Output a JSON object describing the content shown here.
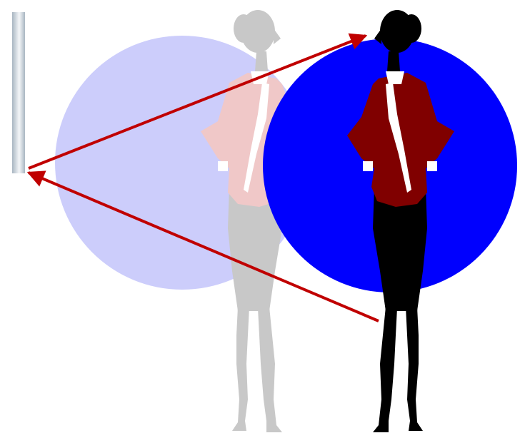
{
  "colors": {
    "background": "#ffffff",
    "mirror_light": "#f4f6f8",
    "mirror_dark": "#a9b6c2",
    "reflection_circle": "#cccdfb",
    "real_circle": "#0000fe",
    "real_jacket": "#800000",
    "real_body": "#000000",
    "reflection_jacket": "#f0c8c8",
    "reflection_body": "#c8c8c8",
    "scarf": "#ffffff",
    "arrow": "#c00000"
  },
  "elements": {
    "mirror": "mirror",
    "real_figure": "woman-silhouette-real",
    "reflected_figure": "woman-silhouette-reflection",
    "incident_ray": "light-ray-from-feet-to-mirror",
    "reflected_ray": "light-ray-from-mirror-to-eye"
  }
}
